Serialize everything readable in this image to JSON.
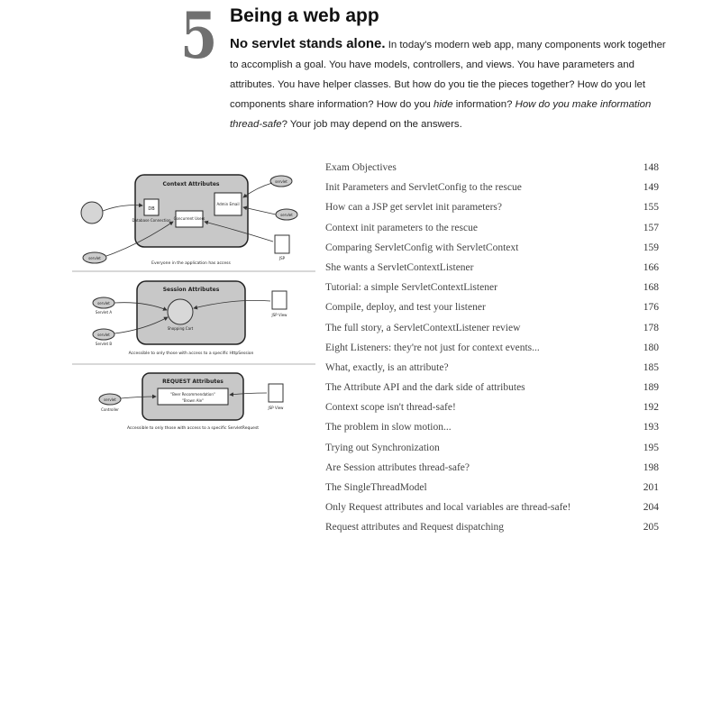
{
  "chapter": {
    "number": "5",
    "title": "Being a web app"
  },
  "intro": {
    "lead": "No servlet stands alone.",
    "part1": " In today's modern web app, many components work together to accomplish a goal. You have models, controllers, and views. You have parameters and attributes. You have helper classes. But how do you tie the pieces together? How do you let components share information? How do you ",
    "hide": "hide",
    "part2": " information? ",
    "threadsafe": "How do you make information thread-safe",
    "part3": "? Your job may depend on the answers."
  },
  "toc": [
    {
      "title": "Exam Objectives",
      "page": "148"
    },
    {
      "title": "Init Parameters and ServletConfig to the rescue",
      "page": "149"
    },
    {
      "title": "How can a JSP get servlet init parameters?",
      "page": "155"
    },
    {
      "title": "Context init parameters to the rescue",
      "page": "157"
    },
    {
      "title": "Comparing ServletConfig with ServletContext",
      "page": "159"
    },
    {
      "title": "She wants a ServletContextListener",
      "page": "166"
    },
    {
      "title": "Tutorial: a simple ServletContextListener",
      "page": "168"
    },
    {
      "title": "Compile, deploy, and test your listener",
      "page": "176"
    },
    {
      "title": "The full story, a ServletContextListener review",
      "page": "178"
    },
    {
      "title": "Eight Listeners: they're not just for context events...",
      "page": "180"
    },
    {
      "title": "What, exactly, is an attribute?",
      "page": "185"
    },
    {
      "title": "The Attribute API and the dark side of attributes",
      "page": "189"
    },
    {
      "title": "Context scope isn't thread-safe!",
      "page": "192"
    },
    {
      "title": "The problem in slow motion...",
      "page": "193"
    },
    {
      "title": "Trying out Synchronization",
      "page": "195"
    },
    {
      "title": "Are Session attributes thread-safe?",
      "page": "198"
    },
    {
      "title": "The SingleThreadModel",
      "page": "201"
    },
    {
      "title": "Only Request attributes and local variables are thread-safe!",
      "page": "204"
    },
    {
      "title": "Request attributes and Request dispatching",
      "page": "205"
    }
  ],
  "diagrams": {
    "context": {
      "heading": "Context Attributes",
      "db": "Database Connection",
      "concurrent": "Concurrent Users",
      "admin": "Admin Email",
      "servlet": "servlet",
      "jsp": "JSP",
      "caption": "Everyone in the application has access"
    },
    "session": {
      "heading": "Session Attributes",
      "cart": "Shopping Cart",
      "servletA": "Servlet A",
      "servletB": "Servlet B",
      "view": "JSP View",
      "servlet": "servlet",
      "caption": "Accessible to only those with access to a specific HttpSession"
    },
    "request": {
      "heading": "REQUEST Attributes",
      "value": "\"Beer Recommendation\"",
      "value2": "\"Brown Ale\"",
      "controller": "Controller",
      "view": "JSP View",
      "servlet": "servlet",
      "caption": "Accessible to only those with access to a specific ServletRequest"
    }
  }
}
